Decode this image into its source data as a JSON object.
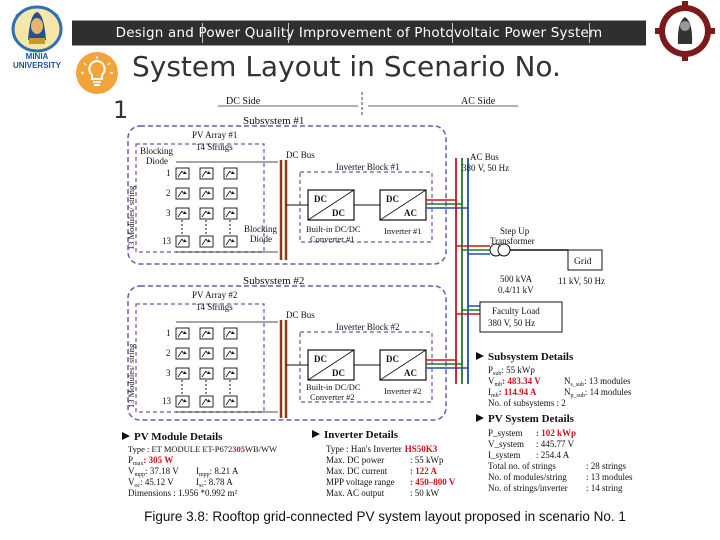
{
  "header": {
    "banner_text": "Design and Power Quality Improvement of Photovoltaic Power System",
    "left_logo_text": "MINIA UNIVERSITY"
  },
  "slide": {
    "title": "System Layout in Scenario No.",
    "title_number": "1",
    "caption": "Figure 3.8: Rooftop grid-connected PV system layout proposed in scenario No. 1"
  },
  "diagram": {
    "dc_side": "DC Side",
    "ac_side": "AC Side",
    "subsystem1": {
      "label": "Subsystem #1",
      "pv_array": "PV Array #1",
      "strings": "14 Strings",
      "blocking_diode_1": "Blocking",
      "blocking_diode_1b": "Diode",
      "modules_axis": "13 Modules/ string",
      "row_labels": [
        "1",
        "2",
        "3",
        "13"
      ],
      "dc_bus": "DC Bus",
      "inverter_block": "Inverter Block #1",
      "dcdc_top": "DC",
      "dcdc_bottom": "DC",
      "dcac_top": "DC",
      "dcac_bottom": "AC",
      "blocking_diode_2": "Blocking",
      "blocking_diode_2b": "Diode",
      "converter_1": "Built-in DC/DC",
      "converter_2": "Converter #1",
      "inverter": "Inverter #1"
    },
    "subsystem2": {
      "label": "Subsystem #2",
      "pv_array": "PV Array #2",
      "strings": "14 Strings",
      "modules_axis": "13 Modules/ string",
      "row_labels": [
        "1",
        "2",
        "3",
        "13"
      ],
      "dc_bus": "DC Bus",
      "inverter_block": "Inverter Block #2",
      "dcdc_top": "DC",
      "dcdc_bottom": "DC",
      "dcac_top": "DC",
      "dcac_bottom": "AC",
      "converter_1": "Built-in DC/DC",
      "converter_2": "Converter #2",
      "inverter": "Inverter #2"
    },
    "ac_bus": {
      "line1": "AC Bus",
      "line2": "380 V, 50 Hz"
    },
    "transformer": {
      "line1": "Step Up",
      "line2": "Transformer",
      "rating1": "500 kVA",
      "rating2": "0.4/11 kV"
    },
    "grid": {
      "label": "Grid",
      "rating": "11 kV, 50 Hz"
    },
    "load": {
      "line1": "Faculty Load",
      "line2": "380 V, 50 Hz"
    },
    "subsystem_details": {
      "heading": "Subsystem Details",
      "psub_label": "P",
      "psub_sub": "sub",
      "psub_value": ": 55 kWp",
      "vmb_label": "V",
      "vmb_sub": "mb",
      "vmb_value": ": 483.34 V",
      "imb_label": "I",
      "imb_sub": "mb",
      "imb_value": ": 114.94 A",
      "ns_label": "N",
      "ns_sub": "s_sub",
      "ns_value": ": 13 modules",
      "np_label": "N",
      "np_sub": "p_sub",
      "np_value": ": 14 modules",
      "num_subsystems": "No. of subsystems : 2"
    },
    "pv_system_details": {
      "heading": "PV System Details",
      "psys_label": "P_system",
      "psys_value": ": 102 kWp",
      "vsys_label": "V_system",
      "vsys_value": ":  445.77 V",
      "isys_label": "I_system",
      "isys_value": ":  254.4 A",
      "total_strings_label": "Total no. of strings",
      "total_strings_value": ": 28 strings",
      "modules_per_string_label": "No. of modules/string",
      "modules_per_string_value": ": 13 modules",
      "strings_per_inverter_label": "No. of strings/inverter",
      "strings_per_inverter_value": ": 14 string"
    },
    "pv_module_details": {
      "heading": "PV Module Details",
      "type_prefix": "Type : ET MODULE ET-P672",
      "type_highlight": "305",
      "type_suffix": "WB/WW",
      "pmax_label": "P",
      "pmax_sub": "max",
      "pmax_value": ": 305 W",
      "vmpp_label": "V",
      "vmpp_sub": "mpp",
      "vmpp_value": ": 37.18 V",
      "impp_label": "I",
      "impp_sub": "mpp",
      "impp_value": ": 8.21 A",
      "voc_label": "V",
      "voc_sub": "oc",
      "voc_value": ": 45.12 V",
      "isc_label": "I",
      "isc_sub": "sc",
      "isc_value": ": 8.78 A",
      "dimensions": "Dimensions : 1.956 *0.992 m²"
    },
    "inverter_details": {
      "heading": "Inverter Details",
      "type_prefix": "Type : Han's Inverter",
      "type_highlight": "HS50K3",
      "max_dc_power_label": "Max. DC power",
      "max_dc_power_value": ": 55 kWp",
      "max_dc_current_label": "Max. DC current",
      "max_dc_current_value": ": 122 A",
      "mpp_range_label": "MPP voltage range",
      "mpp_range_value": ": 450–800 V",
      "max_ac_output_label": "Max. AC output",
      "max_ac_output_value": ": 50 kW"
    }
  }
}
